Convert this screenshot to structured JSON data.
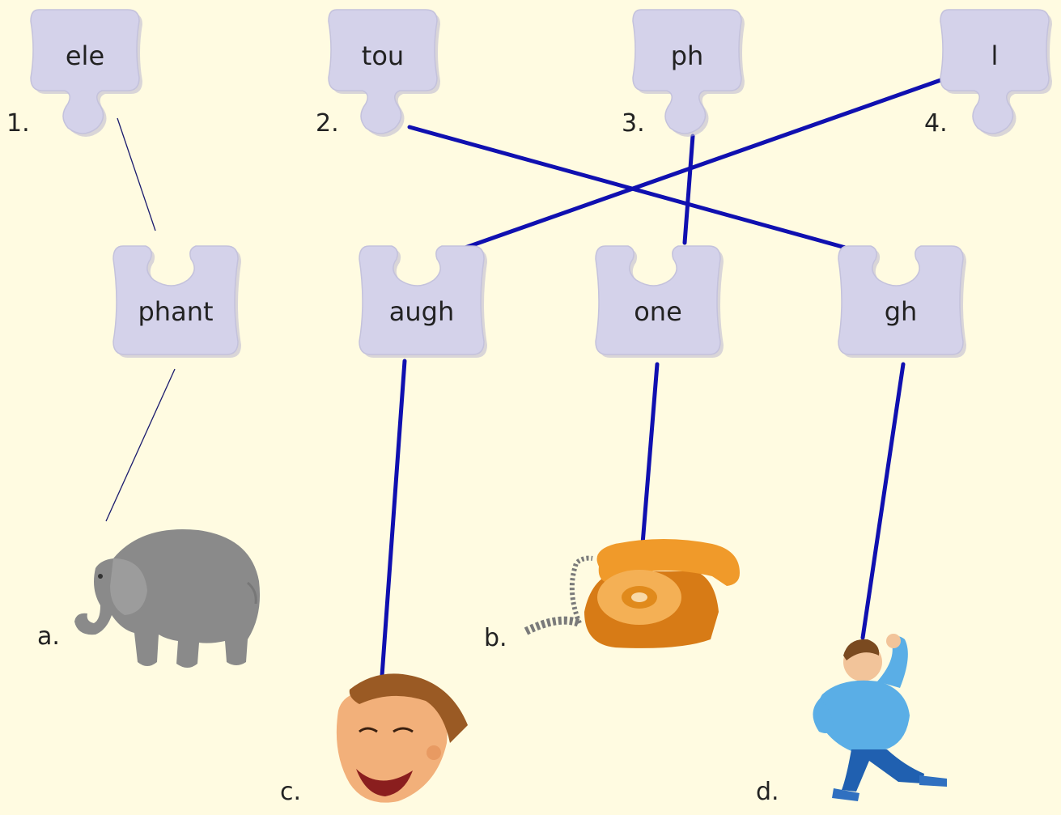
{
  "top_pieces": [
    {
      "number": "1.",
      "text": "ele"
    },
    {
      "number": "2.",
      "text": "tou"
    },
    {
      "number": "3.",
      "text": "ph"
    },
    {
      "number": "4.",
      "text": "l"
    }
  ],
  "mid_pieces": [
    {
      "text": "phant"
    },
    {
      "text": "augh"
    },
    {
      "text": "one"
    },
    {
      "text": "gh"
    }
  ],
  "pictures": [
    {
      "letter": "a.",
      "icon": "elephant-icon"
    },
    {
      "letter": "b.",
      "icon": "telephone-icon"
    },
    {
      "letter": "c.",
      "icon": "laughing-face-icon"
    },
    {
      "letter": "d.",
      "icon": "tough-man-icon"
    }
  ],
  "colors": {
    "background": "#fffbe1",
    "piece": "#d4d2ea",
    "answer_line": "#1010b0"
  }
}
